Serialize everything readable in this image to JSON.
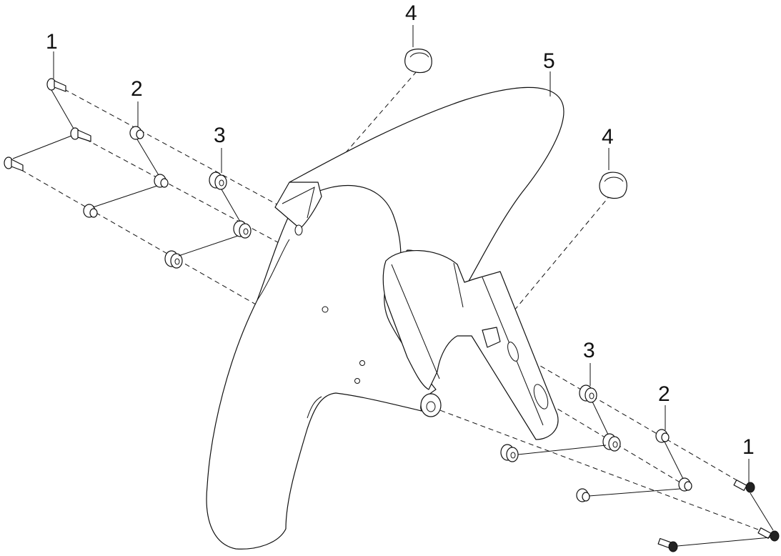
{
  "diagram": {
    "callouts": [
      {
        "id": "c1-left",
        "label": "1"
      },
      {
        "id": "c2-left",
        "label": "2"
      },
      {
        "id": "c3-left",
        "label": "3"
      },
      {
        "id": "c4-top",
        "label": "4"
      },
      {
        "id": "c5",
        "label": "5"
      },
      {
        "id": "c4-right",
        "label": "4"
      },
      {
        "id": "c3-right",
        "label": "3"
      },
      {
        "id": "c2-right",
        "label": "2"
      },
      {
        "id": "c1-right",
        "label": "1"
      }
    ],
    "colors": {
      "line": "#111111",
      "background": "#ffffff"
    }
  }
}
